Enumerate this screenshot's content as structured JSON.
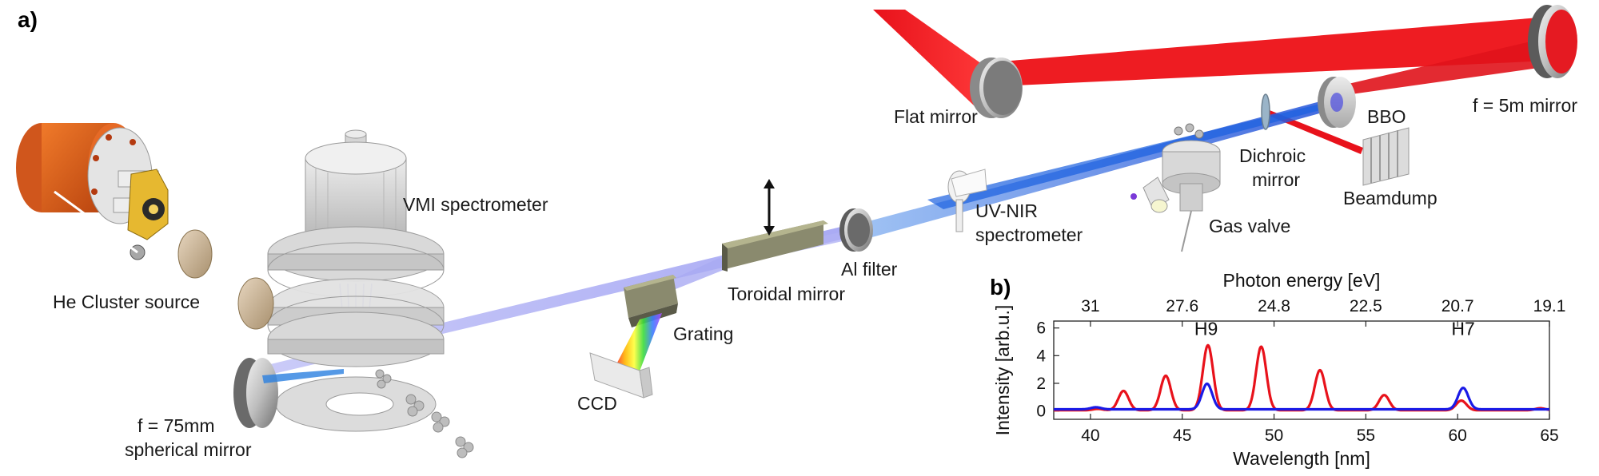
{
  "panels": {
    "a": "a)",
    "b": "b)"
  },
  "labels": {
    "flat_mirror": "Flat mirror",
    "f5m_mirror": "f = 5m mirror",
    "bbo": "BBO",
    "dichroic_l1": "Dichroic",
    "dichroic_l2": "mirror",
    "beamdump": "Beamdump",
    "gas_valve": "Gas valve",
    "uvnir_l1": "UV-NIR",
    "uvnir_l2": "spectrometer",
    "al_filter": "Al filter",
    "toroidal": "Toroidal mirror",
    "vmi": "VMI spectrometer",
    "grating": "Grating",
    "ccd": "CCD",
    "he_source": "He Cluster source",
    "f75_l1": "f = 75mm",
    "f75_l2": "spherical mirror"
  },
  "colors": {
    "ir_beam": "#e8121b",
    "xuv_beam": "#9a9cf0",
    "uv_beam": "#2a7fe0",
    "series_red": "#e8121b",
    "series_blue": "#1a1ae6",
    "harmonic_label": "#1a1ae6"
  },
  "chart_data": {
    "type": "line",
    "title": "",
    "xlabel": "Wavelength [nm]",
    "ylabel": "Intensity [arb.u.]",
    "x2label": "Photon energy [eV]",
    "xlim": [
      38,
      65
    ],
    "ylim": [
      -0.6,
      6.5
    ],
    "xticks": [
      40,
      45,
      50,
      55,
      60,
      65
    ],
    "yticks": [
      0,
      2,
      4,
      6
    ],
    "x2ticks": [
      {
        "at": 40,
        "label": "31"
      },
      {
        "at": 45,
        "label": "27.6"
      },
      {
        "at": 50,
        "label": "24.8"
      },
      {
        "at": 55,
        "label": "22.5"
      },
      {
        "at": 60,
        "label": "20.7"
      },
      {
        "at": 65,
        "label": "19.1"
      }
    ],
    "annotations": [
      {
        "text": "H9",
        "x": 46.3,
        "y": 5.5
      },
      {
        "text": "H7",
        "x": 60.3,
        "y": 5.5
      }
    ],
    "grid": false,
    "series": [
      {
        "color": "#e8121b",
        "baseline": 0.05,
        "width": 0.28,
        "peaks": [
          {
            "x": 40.4,
            "y": 0.1
          },
          {
            "x": 41.8,
            "y": 1.4
          },
          {
            "x": 44.1,
            "y": 2.5
          },
          {
            "x": 46.4,
            "y": 4.7
          },
          {
            "x": 49.3,
            "y": 4.6
          },
          {
            "x": 52.5,
            "y": 2.9
          },
          {
            "x": 56.0,
            "y": 1.1
          },
          {
            "x": 60.2,
            "y": 0.7
          },
          {
            "x": 64.5,
            "y": 0.15
          }
        ]
      },
      {
        "color": "#1a1ae6",
        "baseline": 0.12,
        "width": 0.28,
        "peaks": [
          {
            "x": 40.3,
            "y": 0.15
          },
          {
            "x": 46.35,
            "y": 1.85
          },
          {
            "x": 60.3,
            "y": 1.55
          }
        ]
      }
    ]
  }
}
